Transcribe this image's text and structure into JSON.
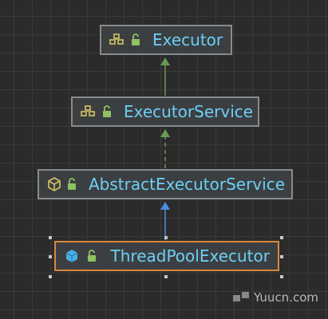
{
  "diagram": {
    "nodes": [
      {
        "id": "executor",
        "label": "Executor",
        "kind": "interface"
      },
      {
        "id": "executor-service",
        "label": "ExecutorService",
        "kind": "interface"
      },
      {
        "id": "abstract-executor-service",
        "label": "AbstractExecutorService",
        "kind": "abstract-class"
      },
      {
        "id": "thread-pool-executor",
        "label": "ThreadPoolExecutor",
        "kind": "class",
        "selected": true
      }
    ],
    "edges": [
      {
        "from": "executor-service",
        "to": "executor",
        "type": "extends",
        "style": "solid",
        "color": "#6a9955"
      },
      {
        "from": "abstract-executor-service",
        "to": "executor-service",
        "type": "implements",
        "style": "dashed",
        "color": "#6a9955"
      },
      {
        "from": "thread-pool-executor",
        "to": "abstract-executor-service",
        "type": "extends",
        "style": "solid",
        "color": "#4a90e2"
      }
    ],
    "colors": {
      "label": "#6dcff6",
      "interface_icon": "#d5c464",
      "lock_icon": "#8fc262",
      "selection": "#d7883b",
      "class_icon": "#4ab0e6"
    }
  },
  "watermark": {
    "text": "Yuucn.com"
  }
}
